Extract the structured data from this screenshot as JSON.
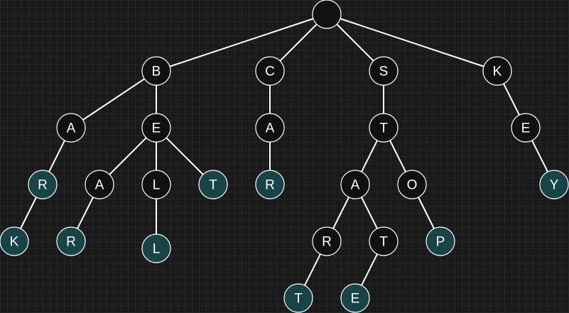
{
  "colors": {
    "background": "#1a1a1a",
    "node_fill": "#111111",
    "terminal_fill": "#174447",
    "stroke": "#ffffff",
    "text": "#ffffff"
  },
  "trie": {
    "root": {
      "label": "",
      "terminal": false
    },
    "nodes": [
      {
        "id": "b",
        "label": "B",
        "parent": "root",
        "terminal": false
      },
      {
        "id": "c",
        "label": "C",
        "parent": "root",
        "terminal": false
      },
      {
        "id": "s",
        "label": "S",
        "parent": "root",
        "terminal": false
      },
      {
        "id": "k",
        "label": "K",
        "parent": "root",
        "terminal": false
      },
      {
        "id": "ba",
        "label": "A",
        "parent": "b",
        "terminal": false
      },
      {
        "id": "be",
        "label": "E",
        "parent": "b",
        "terminal": false
      },
      {
        "id": "ca",
        "label": "A",
        "parent": "c",
        "terminal": false
      },
      {
        "id": "st",
        "label": "T",
        "parent": "s",
        "terminal": false
      },
      {
        "id": "ke",
        "label": "E",
        "parent": "k",
        "terminal": false
      },
      {
        "id": "bar",
        "label": "R",
        "parent": "ba",
        "terminal": true
      },
      {
        "id": "bea",
        "label": "A",
        "parent": "be",
        "terminal": false
      },
      {
        "id": "bel",
        "label": "L",
        "parent": "be",
        "terminal": false
      },
      {
        "id": "bet",
        "label": "T",
        "parent": "be",
        "terminal": true
      },
      {
        "id": "car",
        "label": "R",
        "parent": "ca",
        "terminal": true
      },
      {
        "id": "sta",
        "label": "A",
        "parent": "st",
        "terminal": false
      },
      {
        "id": "sto",
        "label": "O",
        "parent": "st",
        "terminal": false
      },
      {
        "id": "key",
        "label": "Y",
        "parent": "ke",
        "terminal": true
      },
      {
        "id": "bark",
        "label": "K",
        "parent": "bar",
        "terminal": true
      },
      {
        "id": "bear",
        "label": "R",
        "parent": "bea",
        "terminal": true
      },
      {
        "id": "bell",
        "label": "L",
        "parent": "bel",
        "terminal": true
      },
      {
        "id": "star",
        "label": "R",
        "parent": "sta",
        "terminal": false
      },
      {
        "id": "stat",
        "label": "T",
        "parent": "sta",
        "terminal": false
      },
      {
        "id": "stop",
        "label": "P",
        "parent": "sto",
        "terminal": true
      },
      {
        "id": "start",
        "label": "T",
        "parent": "star",
        "terminal": true
      },
      {
        "id": "state",
        "label": "E",
        "parent": "stat",
        "terminal": true
      }
    ]
  }
}
